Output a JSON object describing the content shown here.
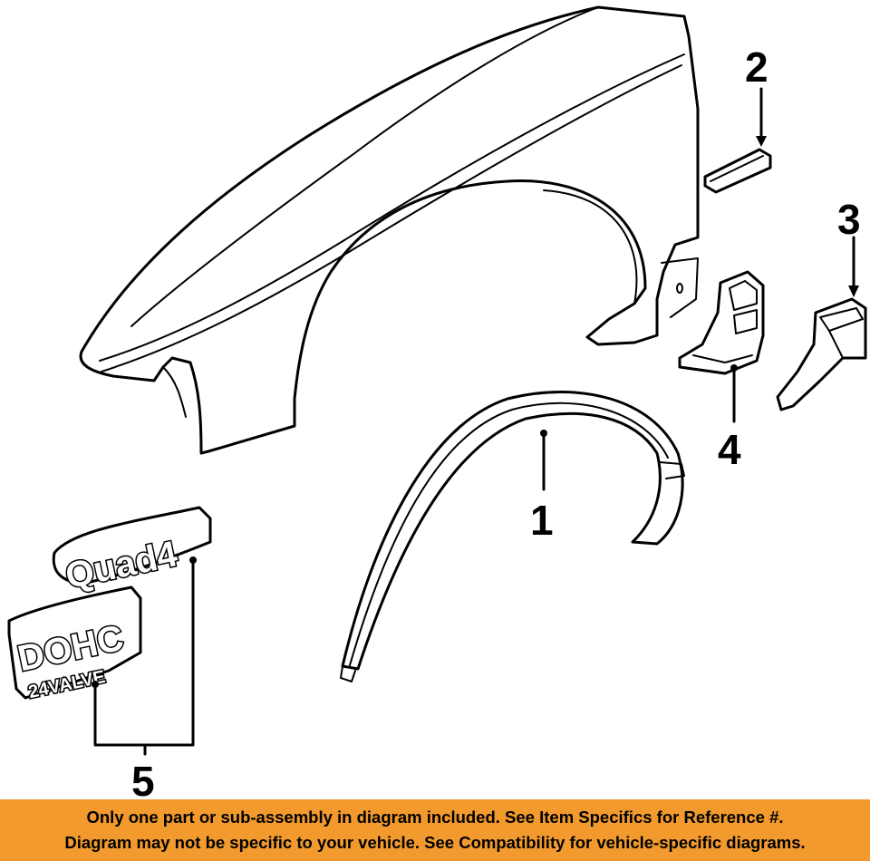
{
  "diagram": {
    "callouts": [
      "1",
      "2",
      "3",
      "4",
      "5"
    ],
    "badges": {
      "quad4": "Quad4",
      "dohc": "DOHC",
      "valve": "24VALVE"
    }
  },
  "banner": {
    "line1": "Only one part or sub-assembly in diagram included. See Item Specifics for Reference #.",
    "line2": "Diagram may not be specific to your vehicle. See Compatibility for vehicle-specific diagrams."
  }
}
